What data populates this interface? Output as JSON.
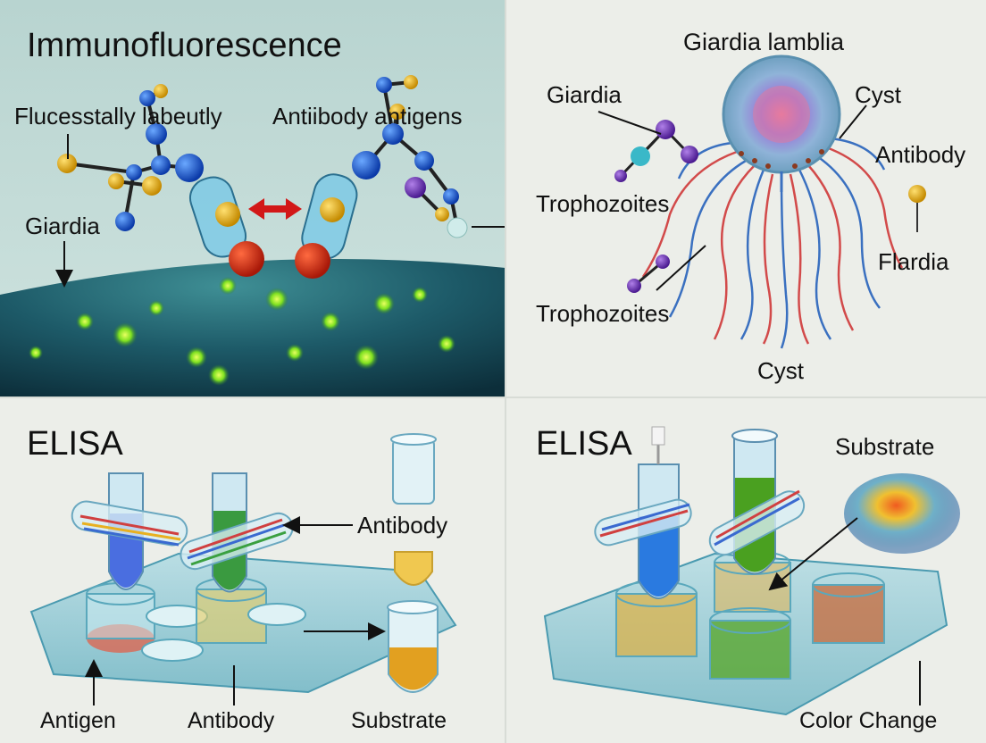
{
  "panels": {
    "top_left": {
      "title": "Immunofluorescence",
      "labels": {
        "fluorescent": "Flucesstally labeutly",
        "antibody_antigens": "Antiibody  antigens",
        "giardia": "Giardia"
      }
    },
    "top_right": {
      "title": "Giardia lamblia",
      "labels": {
        "giardia": "Giardia",
        "cyst_top": "Cyst",
        "antibody": "Antibody",
        "trophozoites_1": "Trophozoites",
        "trophozoites_2": "Trophozoites",
        "flardia": "Flardia",
        "cyst_bottom": "Cyst"
      }
    },
    "bottom_left": {
      "title": "ELISA",
      "labels": {
        "antibody": "Antibody",
        "antigen": "Antigen",
        "antibody_bottom": "Antibody",
        "substrate": "Substrate"
      }
    },
    "bottom_right": {
      "title": "ELISA",
      "labels": {
        "substrate": "Substrate",
        "color_change": "Color Change"
      }
    }
  }
}
